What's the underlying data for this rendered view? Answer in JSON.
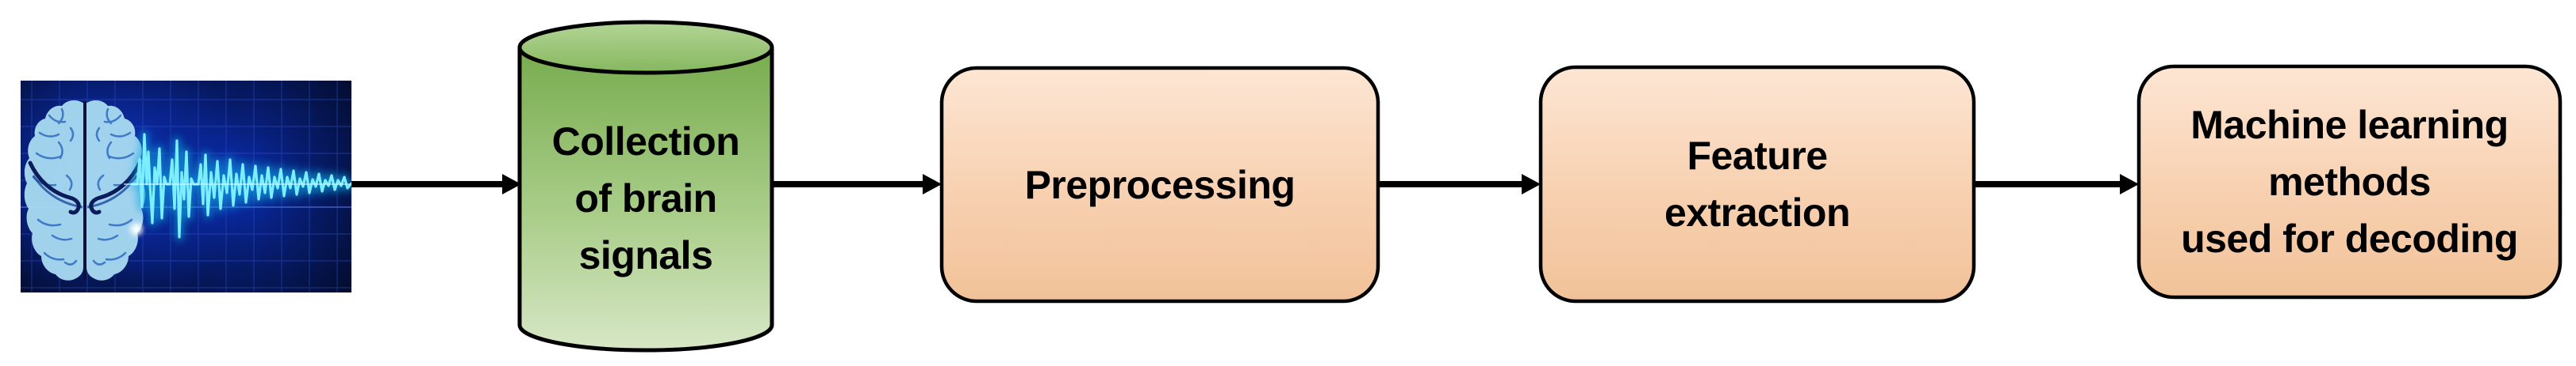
{
  "diagram": {
    "type": "flowchart",
    "direction": "left-to-right",
    "nodes": [
      {
        "id": "brain-signals-image",
        "kind": "image",
        "icon": "brain-eeg-waveform-image",
        "label": ""
      },
      {
        "id": "collection",
        "kind": "cylinder",
        "label": "Collection\nof brain\nsignals"
      },
      {
        "id": "preprocessing",
        "kind": "rounded-box",
        "label": "Preprocessing"
      },
      {
        "id": "feature-extraction",
        "kind": "rounded-box",
        "label": "Feature\nextraction"
      },
      {
        "id": "machine-learning",
        "kind": "rounded-box",
        "label": "Machine learning\nmethods\nused for decoding"
      }
    ],
    "edges": [
      {
        "from": "brain-signals-image",
        "to": "collection"
      },
      {
        "from": "collection",
        "to": "preprocessing"
      },
      {
        "from": "preprocessing",
        "to": "feature-extraction"
      },
      {
        "from": "feature-extraction",
        "to": "machine-learning"
      }
    ],
    "colors": {
      "outline": "#000000",
      "arrow": "#000000",
      "label_text": "#000000",
      "cylinder_top_light": "#b3d595",
      "cylinder_top_dark": "#86b75f",
      "cylinder_body_top": "#78ac4f",
      "cylinder_body_mid": "#a9cd89",
      "cylinder_body_bottom": "#d8e7c6",
      "box_top": "#fde6d4",
      "box_mid": "#f8d2b3",
      "box_bottom": "#f1c298",
      "eeg_background": "#030c2c",
      "eeg_glow_blue": "#1240e0",
      "brain_fill": "#a6d8f0",
      "wave_cyan": "#3fd4ff"
    }
  }
}
